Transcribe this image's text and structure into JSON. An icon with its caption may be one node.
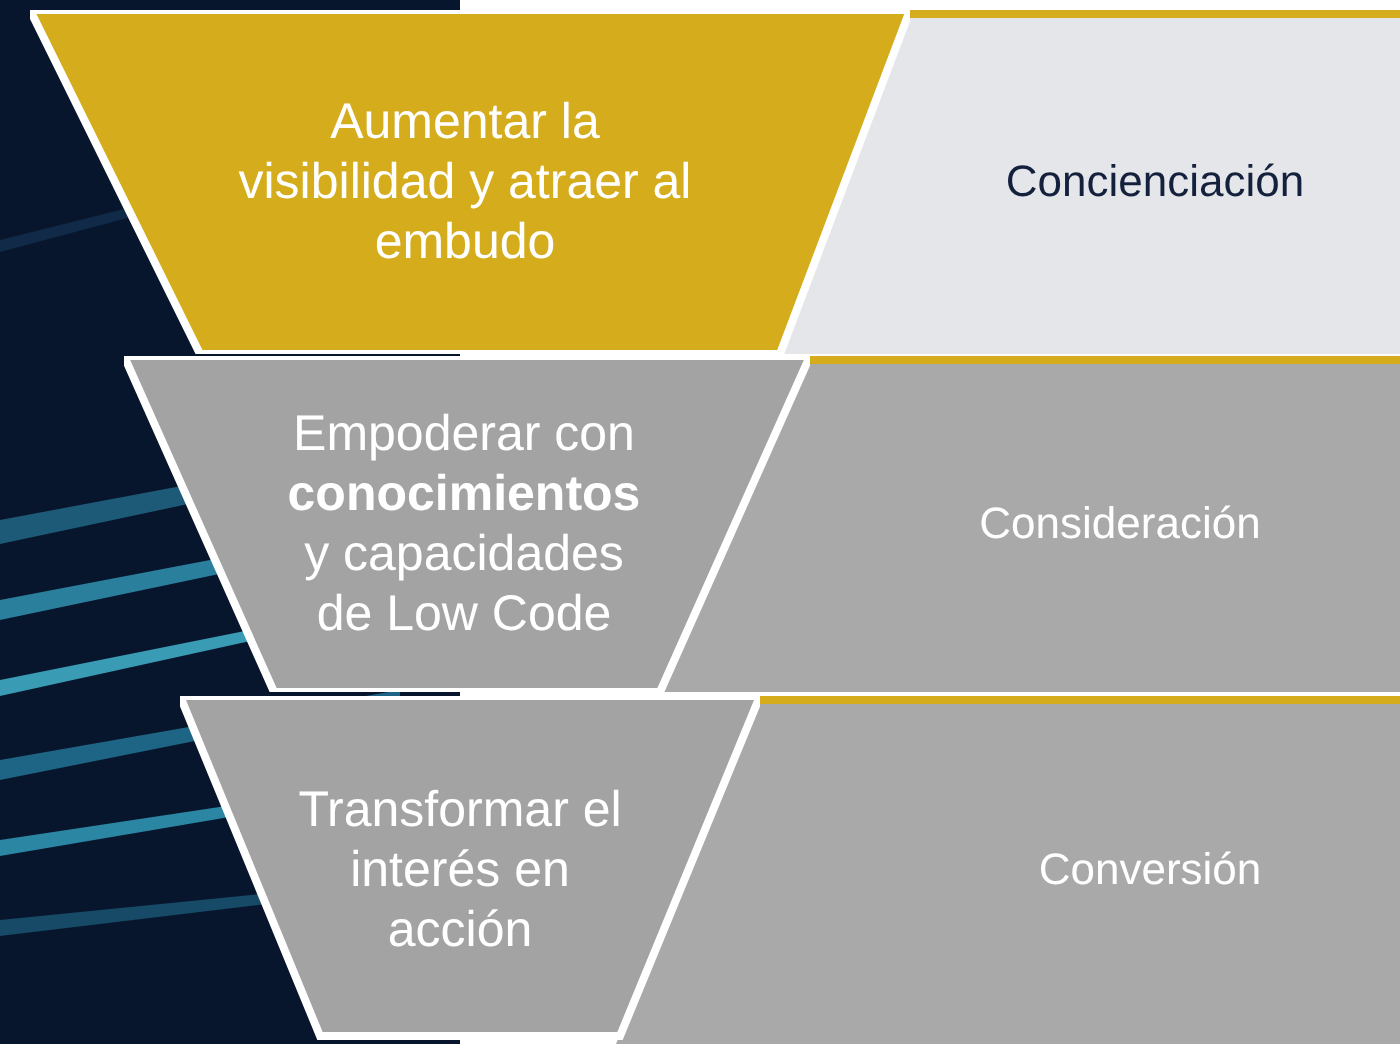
{
  "diagram": {
    "nodes": [
      {
        "text": [
          "Aumentar la visibilidad y atraer al embudo"
        ]
      },
      {
        "text": [
          "Concienciación"
        ]
      },
      {
        "text": [
          "Empoderar con **conocimientos** y capacidades de Low Code"
        ]
      },
      {
        "text": [
          "Consideración"
        ]
      },
      {
        "text": [
          "Transformar el interés en acción"
        ]
      },
      {
        "text": [
          "Conversión"
        ]
      }
    ]
  }
}
